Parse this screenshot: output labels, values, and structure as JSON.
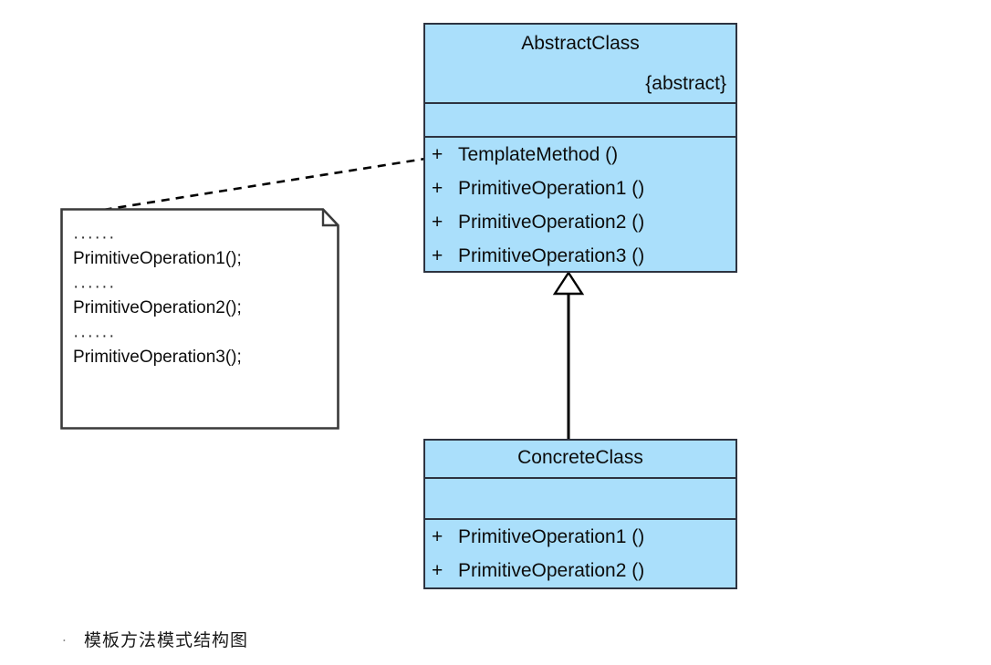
{
  "diagram": {
    "title_caption": "模板方法模式结构图",
    "caption_lead_mark": "·",
    "colors": {
      "class_fill": "#aadffb",
      "class_border": "#2d3340",
      "note_fill": "#ffffff",
      "note_border": "#3a3a3a",
      "text": "#0c0c0c",
      "connector": "#000000",
      "canvas": "#ffffff"
    },
    "classes": [
      {
        "id": "abstract-class",
        "name": "AbstractClass",
        "stereotype": "{abstract}",
        "attributes": [],
        "methods": [
          {
            "visibility": "+",
            "signature": "TemplateMethod ()"
          },
          {
            "visibility": "+",
            "signature": "PrimitiveOperation1 ()"
          },
          {
            "visibility": "+",
            "signature": "PrimitiveOperation2 ()"
          },
          {
            "visibility": "+",
            "signature": "PrimitiveOperation3 ()"
          }
        ]
      },
      {
        "id": "concrete-class",
        "name": "ConcreteClass",
        "stereotype": "",
        "attributes": [],
        "methods": [
          {
            "visibility": "+",
            "signature": "PrimitiveOperation1 ()"
          },
          {
            "visibility": "+",
            "signature": "PrimitiveOperation2 ()"
          }
        ]
      }
    ],
    "note": {
      "id": "template-method-note",
      "lines": [
        "······",
        "PrimitiveOperation1();",
        "······",
        "PrimitiveOperation2();",
        "······",
        "PrimitiveOperation3();"
      ]
    },
    "relationships": [
      {
        "id": "generalization",
        "type": "generalization",
        "from": "ConcreteClass",
        "to": "AbstractClass",
        "style": "solid-line-hollow-triangle"
      },
      {
        "id": "note-anchor",
        "type": "note-link",
        "from": "template-method-note",
        "to": "AbstractClass.TemplateMethod ()",
        "style": "dashed-line"
      }
    ]
  }
}
